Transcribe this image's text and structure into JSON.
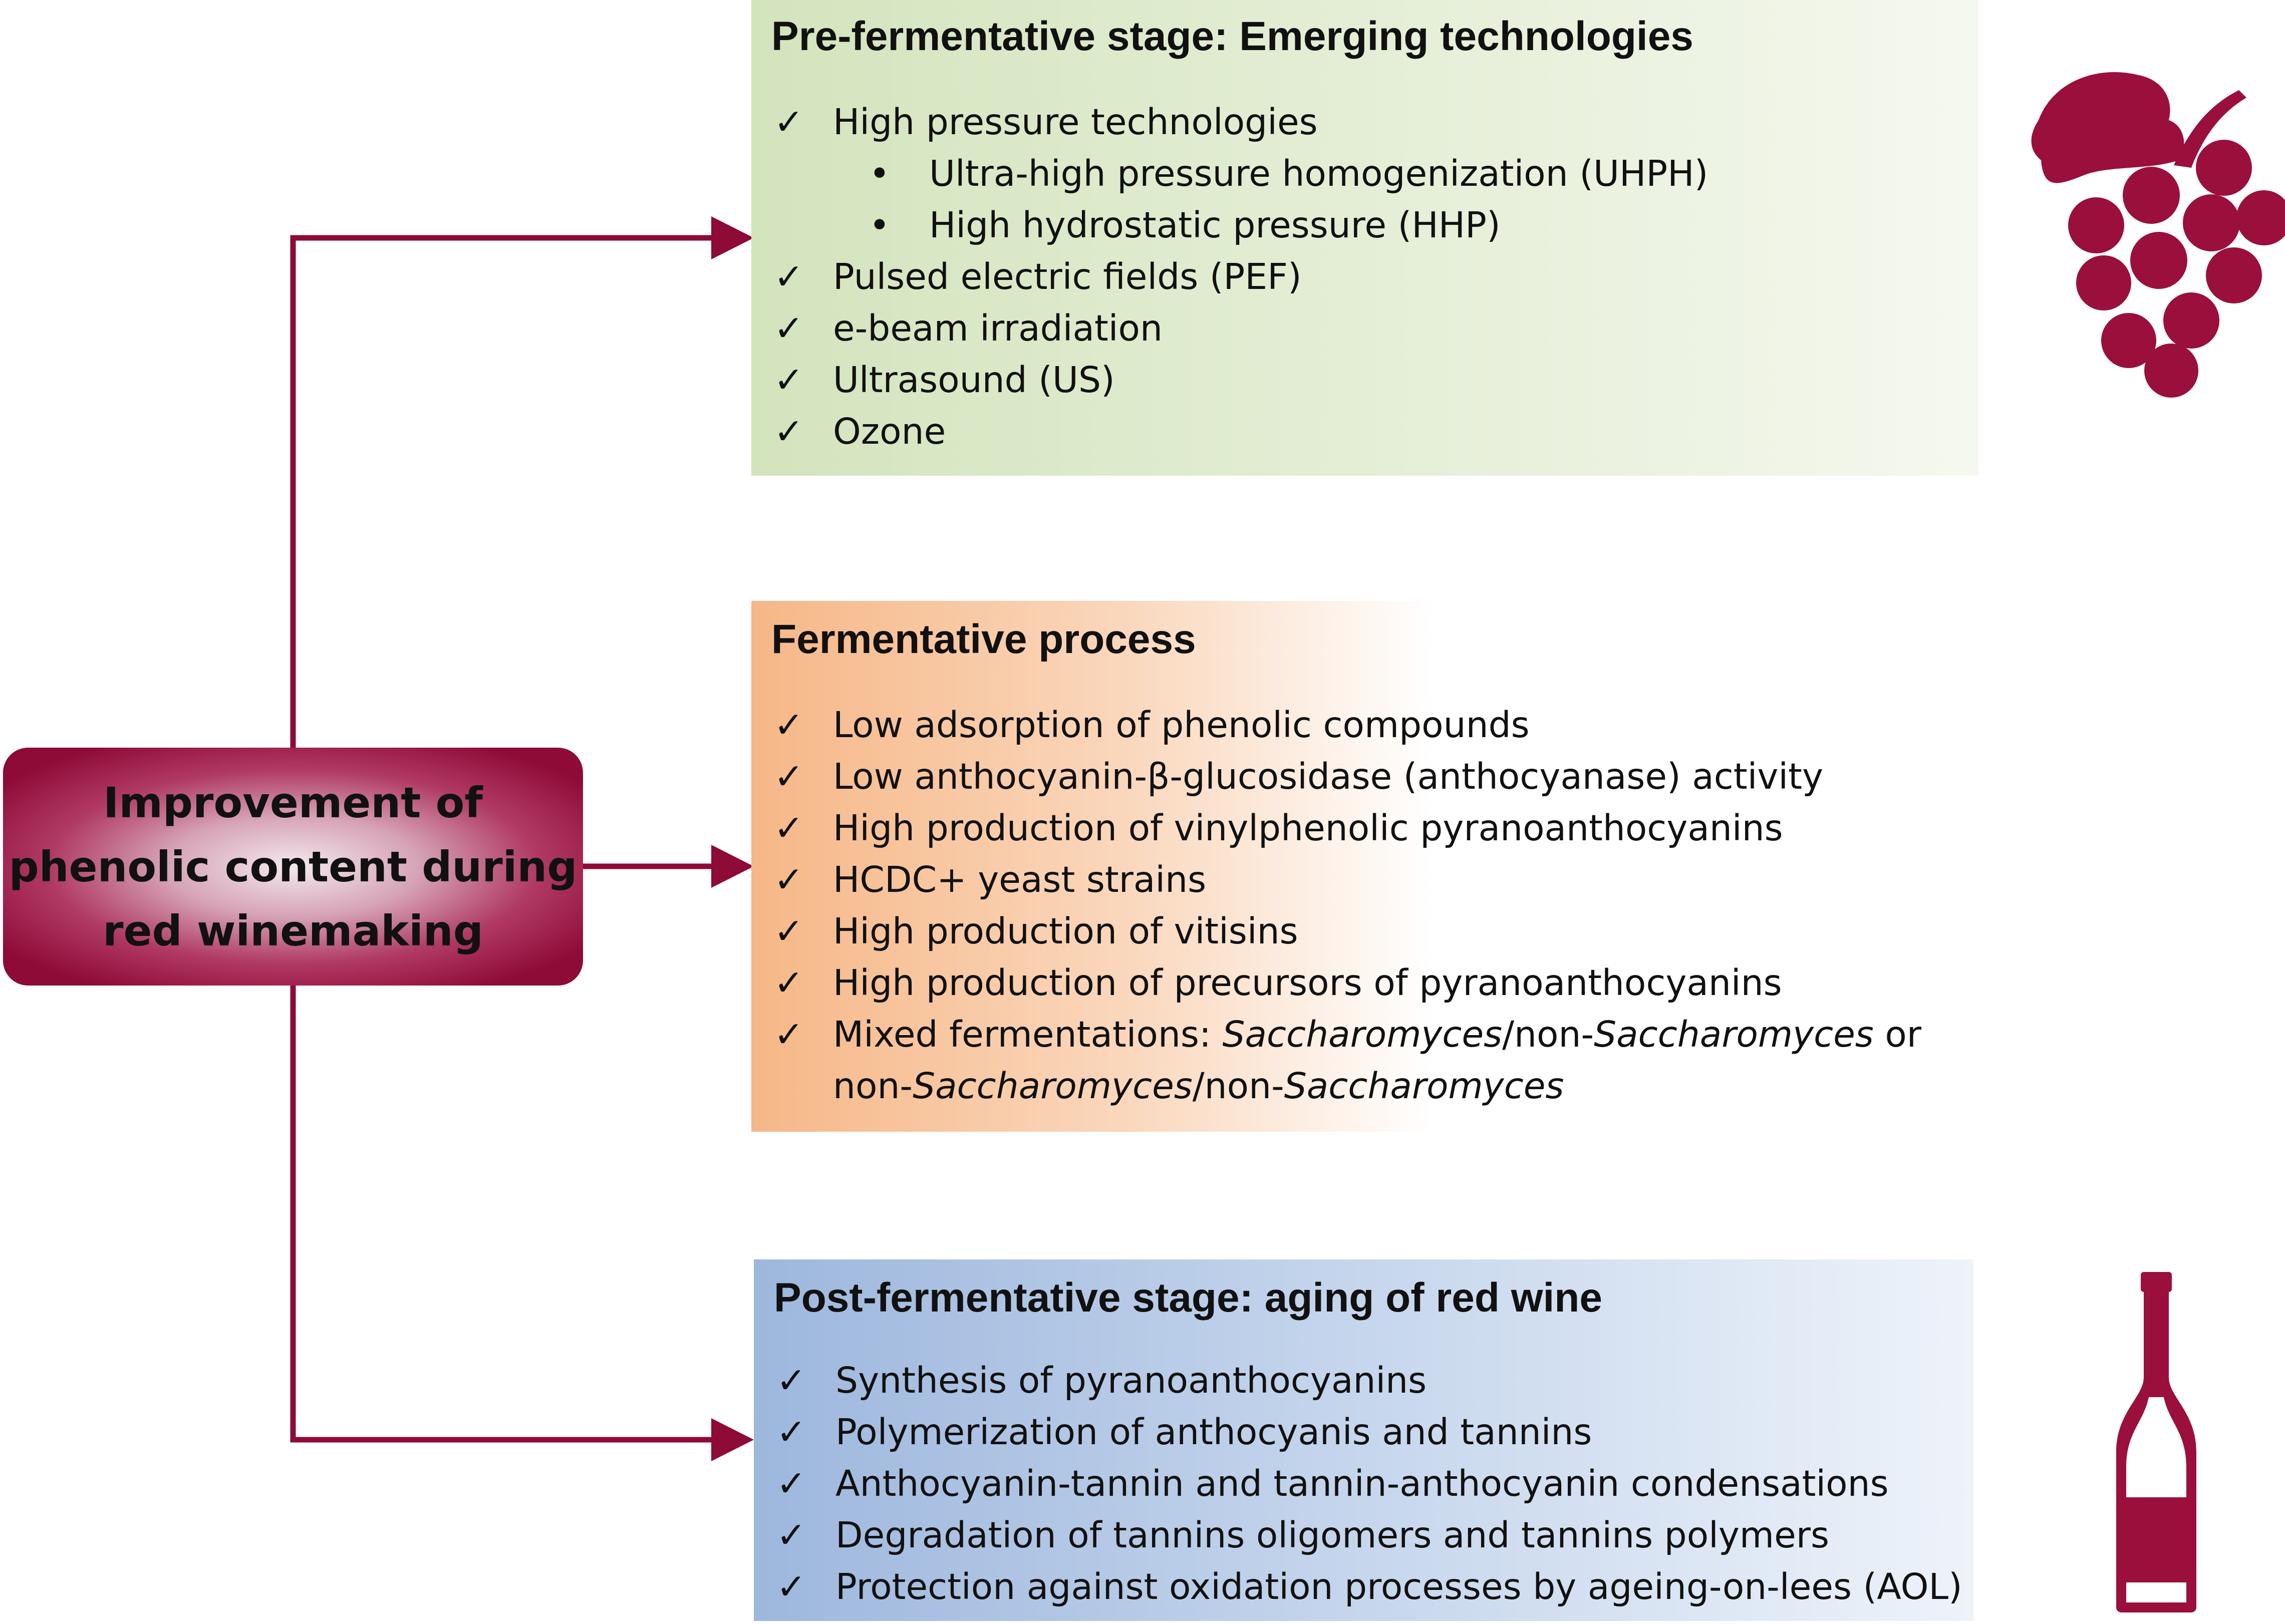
{
  "center": {
    "label": "Improvement of\nphenolic content during\nred winemaking"
  },
  "colors": {
    "accent": "#8e0a37",
    "pre_panel": "#d3e4bd",
    "ferm_panel": "#f6b787",
    "post_panel": "#9db7dd"
  },
  "icons": {
    "check": "✓",
    "bullet": "•",
    "grapes": "grape-cluster-icon",
    "bottle": "wine-bottle-icon"
  },
  "pre": {
    "title": "Pre-fermentative stage: Emerging technologies",
    "items": [
      "High pressure technologies",
      "Ultra-high pressure homogenization (UHPH)",
      "High hydrostatic pressure (HHP)",
      "Pulsed electric fields (PEF)",
      "e-beam irradiation",
      "Ultrasound (US)",
      "Ozone"
    ]
  },
  "ferm": {
    "title": "Fermentative process",
    "items": [
      "Low adsorption of phenolic compounds",
      "Low anthocyanin-β-glucosidase (anthocyanase) activity",
      "High production of vinylphenolic pyranoanthocyanins",
      "HCDC+ yeast strains",
      "High production of vitisins",
      "High production of precursors of pyranoanthocyanins"
    ],
    "mixed": {
      "prefix": "Mixed fermentations: ",
      "sacch": "Saccharomyces",
      "slash_non": "/non-",
      "or": " or",
      "non": "non-"
    }
  },
  "post": {
    "title": "Post-fermentative stage: aging of red wine",
    "items": [
      "Synthesis of pyranoanthocyanins",
      "Polymerization of anthocyanis and tannins",
      "Anthocyanin-tannin and tannin-anthocyanin condensations",
      "Degradation of tannins oligomers and tannins polymers",
      "Protection against oxidation processes by ageing-on-lees (AOL)"
    ]
  }
}
